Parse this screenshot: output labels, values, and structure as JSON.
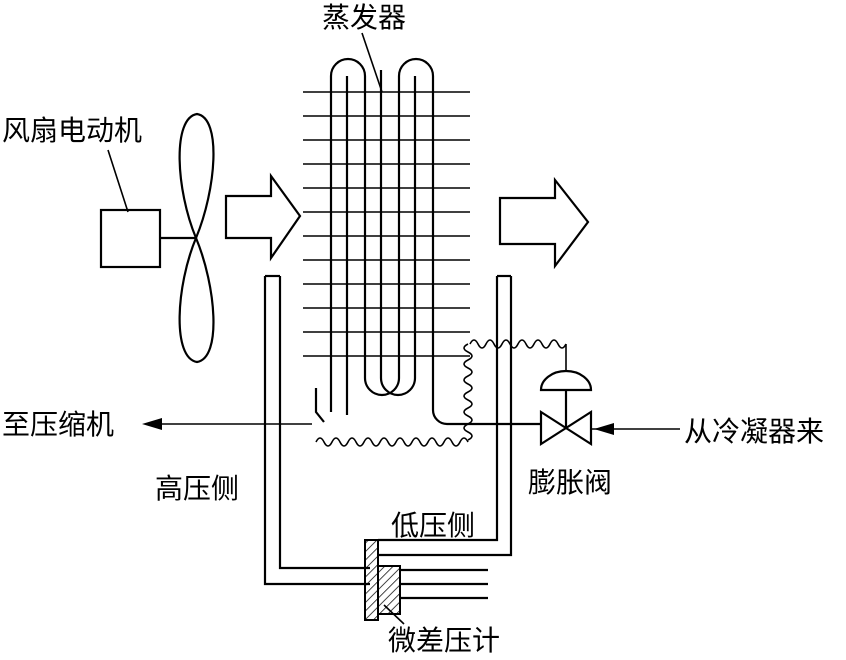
{
  "labels": {
    "evaporator": "蒸发器",
    "fan_motor": "风扇电动机",
    "to_compressor": "至压缩机",
    "from_condenser": "从冷凝器来",
    "high_pressure_side": "高压侧",
    "low_pressure_side": "低压侧",
    "expansion_valve": "膨胀阀",
    "micro_manometer": "微差压计"
  }
}
